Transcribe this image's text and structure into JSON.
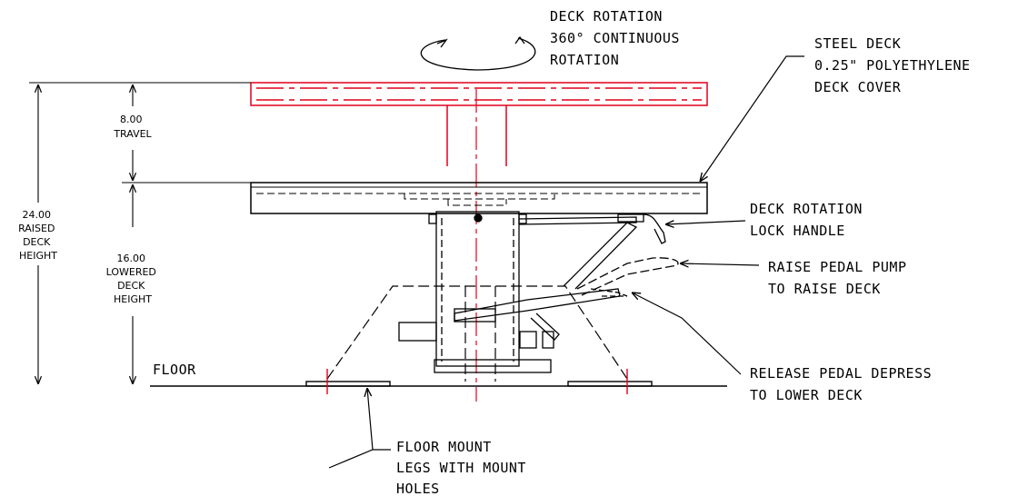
{
  "labels": {
    "deck_rotation": [
      "DECK ROTATION",
      "360° CONTINUOUS",
      "ROTATION"
    ],
    "steel_deck": [
      "STEEL DECK",
      "0.25\" POLYETHYLENE",
      "DECK COVER"
    ],
    "lock_handle": [
      "DECK ROTATION",
      "LOCK HANDLE"
    ],
    "raise_pedal": [
      "RAISE PEDAL PUMP",
      "TO RAISE DECK"
    ],
    "release_pedal": [
      "RELEASE PEDAL DEPRESS",
      "TO LOWER DECK"
    ],
    "floor_mount": [
      "FLOOR MOUNT",
      "LEGS WITH MOUNT",
      "HOLES"
    ],
    "floor": "FLOOR"
  },
  "dimensions": {
    "travel": [
      "8.00",
      "TRAVEL"
    ],
    "raised": [
      "24.00",
      "RAISED",
      "DECK",
      "HEIGHT"
    ],
    "lowered": [
      "16.00",
      "LOWERED",
      "DECK",
      "HEIGHT"
    ]
  },
  "colors": {
    "line": "#000000",
    "raised_deck": "#e0001b",
    "centerline": "#e0001b"
  }
}
